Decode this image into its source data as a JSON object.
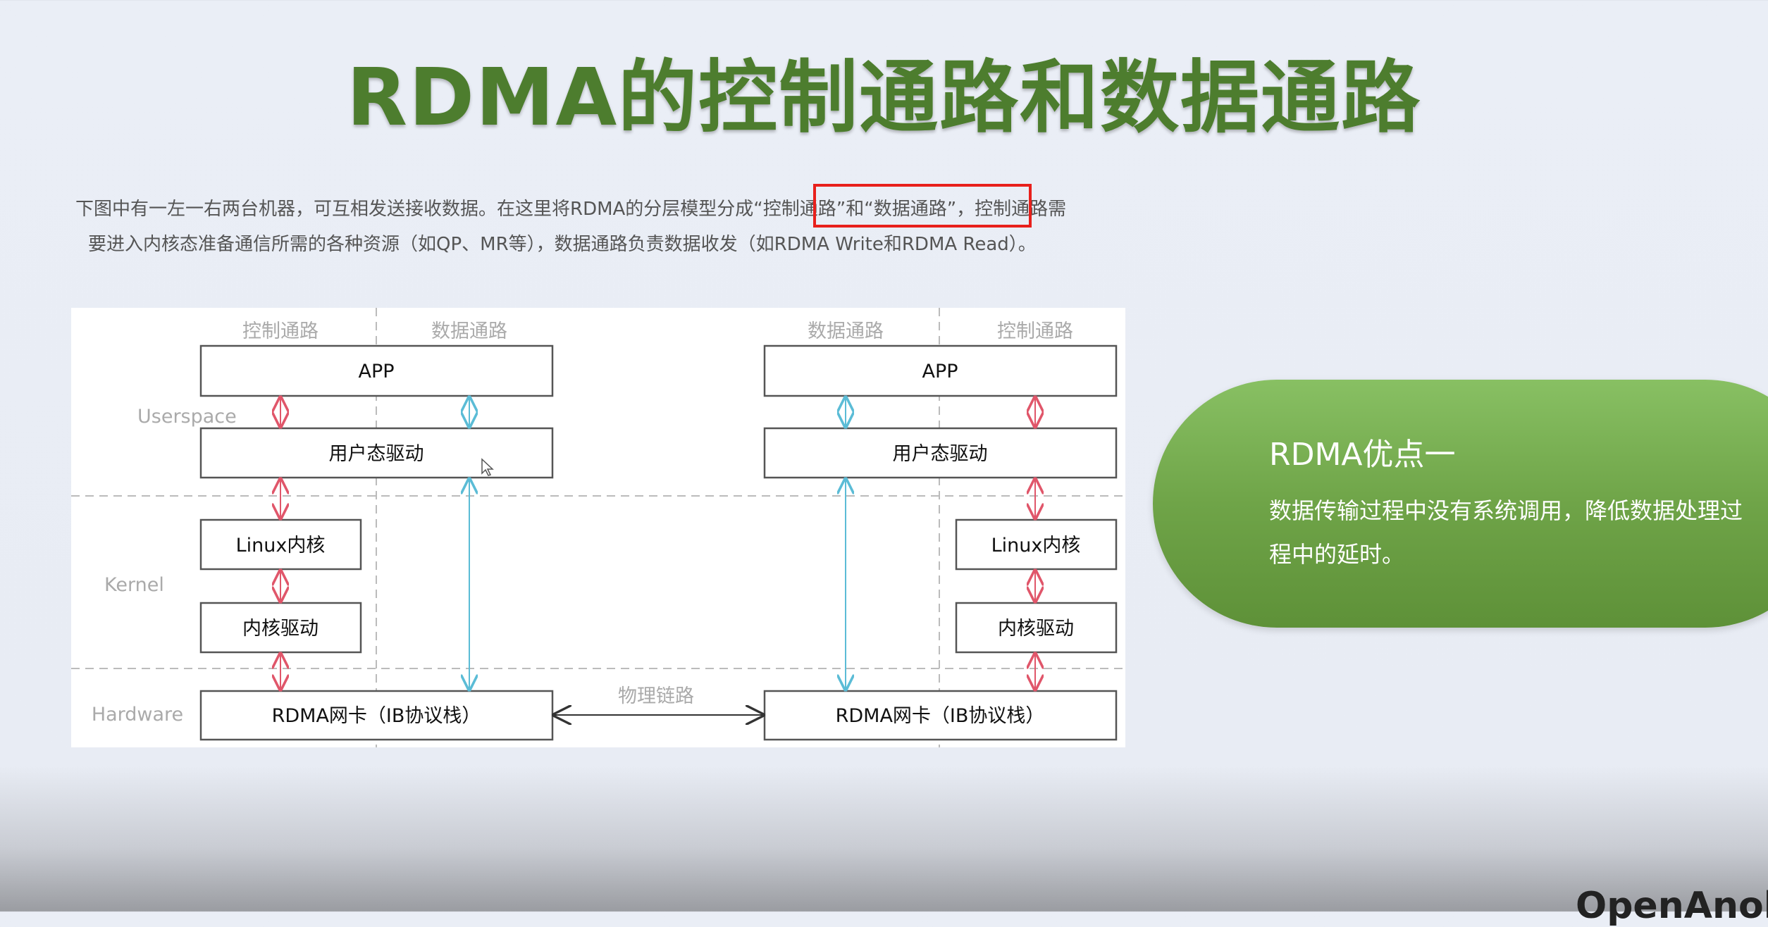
{
  "title": "RDMA的控制通路和数据通路",
  "intro": {
    "line1": "下图中有一左一右两台机器，可互相发送接收数据。在这里将RDMA的分层模型分成“控制通路”和“数据通路”，控制通路需",
    "line2": "要进入内核态准备通信所需的各种资源（如QP、MR等），数据通路负责数据收发（如RDMA Write和RDMA Read）。"
  },
  "diagram": {
    "layers": [
      "Userspace",
      "Kernel",
      "Hardware"
    ],
    "left_columns": [
      "控制通路",
      "数据通路"
    ],
    "right_columns": [
      "数据通路",
      "控制通路"
    ],
    "boxes": {
      "app": "APP",
      "user_driver": "用户态驱动",
      "linux_kernel": "Linux内核",
      "kernel_driver": "内核驱动",
      "nic": "RDMA网卡（IB协议栈）"
    },
    "link_label": "物理链路"
  },
  "callout": {
    "title": "RDMA优点一",
    "body": "数据传输过程中没有系统调用，降低数据处理过程中的延时。"
  },
  "logo": "OpenAnolis",
  "colors": {
    "title": "#4d7d2e",
    "control_arrow": "#e0566a",
    "data_arrow": "#5bbcd6",
    "highlight": "#e8201c"
  }
}
